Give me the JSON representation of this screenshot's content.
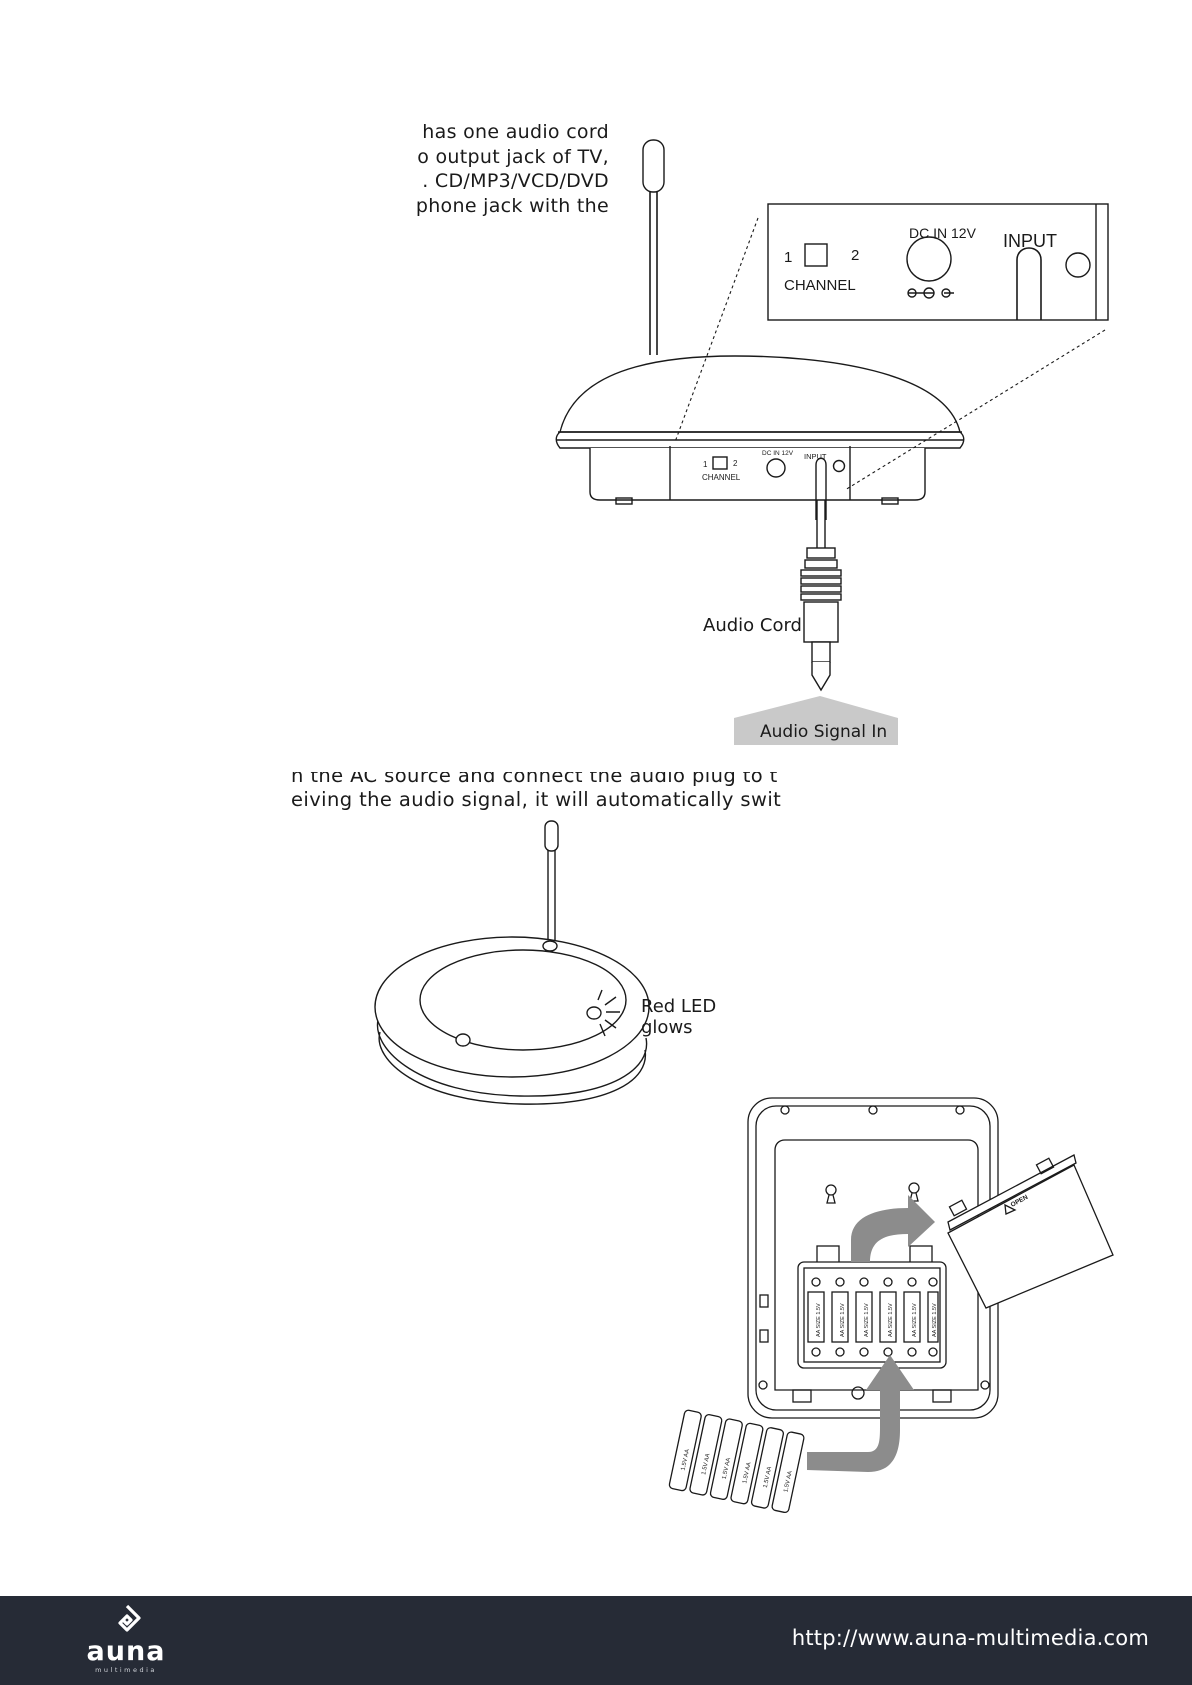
{
  "manual_text": {
    "block1": [
      "has one audio cord",
      "o output jack of TV,",
      ". CD/MP3/VCD/DVD",
      "phone jack with the"
    ],
    "block2": [
      "n the AC source and connect the audio plug to t",
      "eiving the audio signal, it will automatically switch"
    ]
  },
  "figure1": {
    "panel_channel_1": "1",
    "panel_channel_2": "2",
    "panel_channel": "CHANNEL",
    "panel_dc_in": "DC IN 12V",
    "panel_input": "INPUT",
    "base_channel_1": "1",
    "base_channel_2": "2",
    "base_channel": "CHANNEL",
    "base_dc_in": "DC IN 12V",
    "base_input": "INPUT",
    "audio_cord": "Audio Cord",
    "audio_signal_in": "Audio Signal In"
  },
  "figure2": {
    "led_line1": "Red LED",
    "led_line2": "glows"
  },
  "figure3": {
    "cover_label": "OPEN",
    "compartment_battery_label": "AA SIZE 1.5V",
    "loose_battery_label": "1.5V AA"
  },
  "footer": {
    "brand": "auna",
    "brand_sub": "multimedia",
    "url": "http://www.auna-multimedia.com"
  },
  "colors": {
    "footer_bg": "#262b36",
    "arrow_gray": "#8c8c8c",
    "signal_box": "#c9c9c9"
  }
}
